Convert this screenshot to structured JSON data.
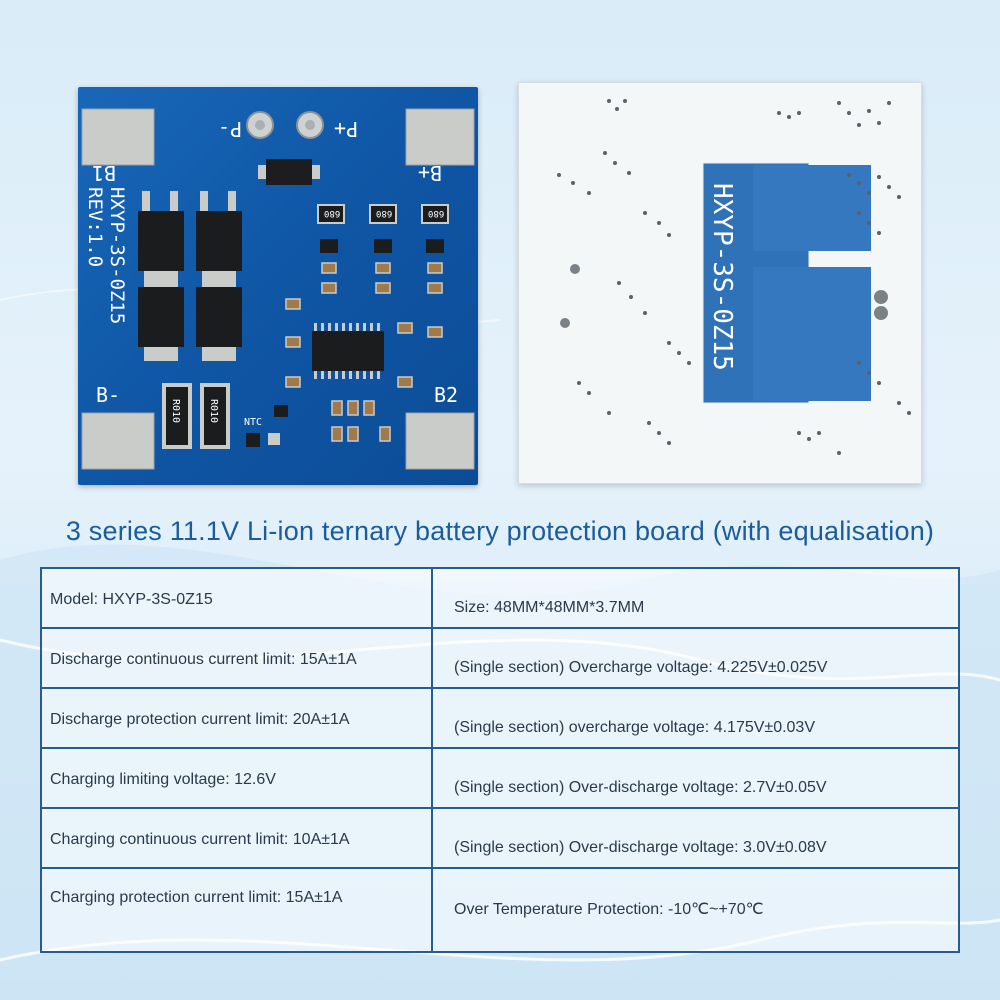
{
  "product": {
    "front_silk": {
      "model": "HXYP-3S-0Z15",
      "rev": "REV:1.0",
      "b1": "B1",
      "bplus": "B+",
      "bminus": "B-",
      "b2": "B2",
      "pminus": "P-",
      "pplus": "P+",
      "ntc": "NTC",
      "resistor_code": "R010",
      "smd_code": "680"
    },
    "back_silk": {
      "model": "HXYP-3S-0Z15"
    }
  },
  "title": "3 series 11.1V Li-ion ternary battery protection board (with equalisation)",
  "specs": [
    {
      "left": "Model: HXYP-3S-0Z15",
      "right": "Size: 48MM*48MM*3.7MM"
    },
    {
      "left": "Discharge continuous current limit: 15A±1A",
      "right": "(Single section) Overcharge voltage: 4.225V±0.025V"
    },
    {
      "left": "Discharge protection current limit: 20A±1A",
      "right": "(Single section) overcharge voltage: 4.175V±0.03V"
    },
    {
      "left": "Charging limiting voltage: 12.6V",
      "right": "(Single section) Over-discharge voltage: 2.7V±0.05V"
    },
    {
      "left": "Charging continuous current limit: 10A±1A",
      "right": "(Single section) Over-discharge voltage: 3.0V±0.08V"
    },
    {
      "left": "Charging protection current limit: 15A±1A",
      "right": "Over Temperature Protection: -10℃~+70℃"
    }
  ],
  "colors": {
    "pcb_blue": "#0f56a5",
    "title_blue": "#1b5c9c",
    "table_border": "#255d93"
  }
}
